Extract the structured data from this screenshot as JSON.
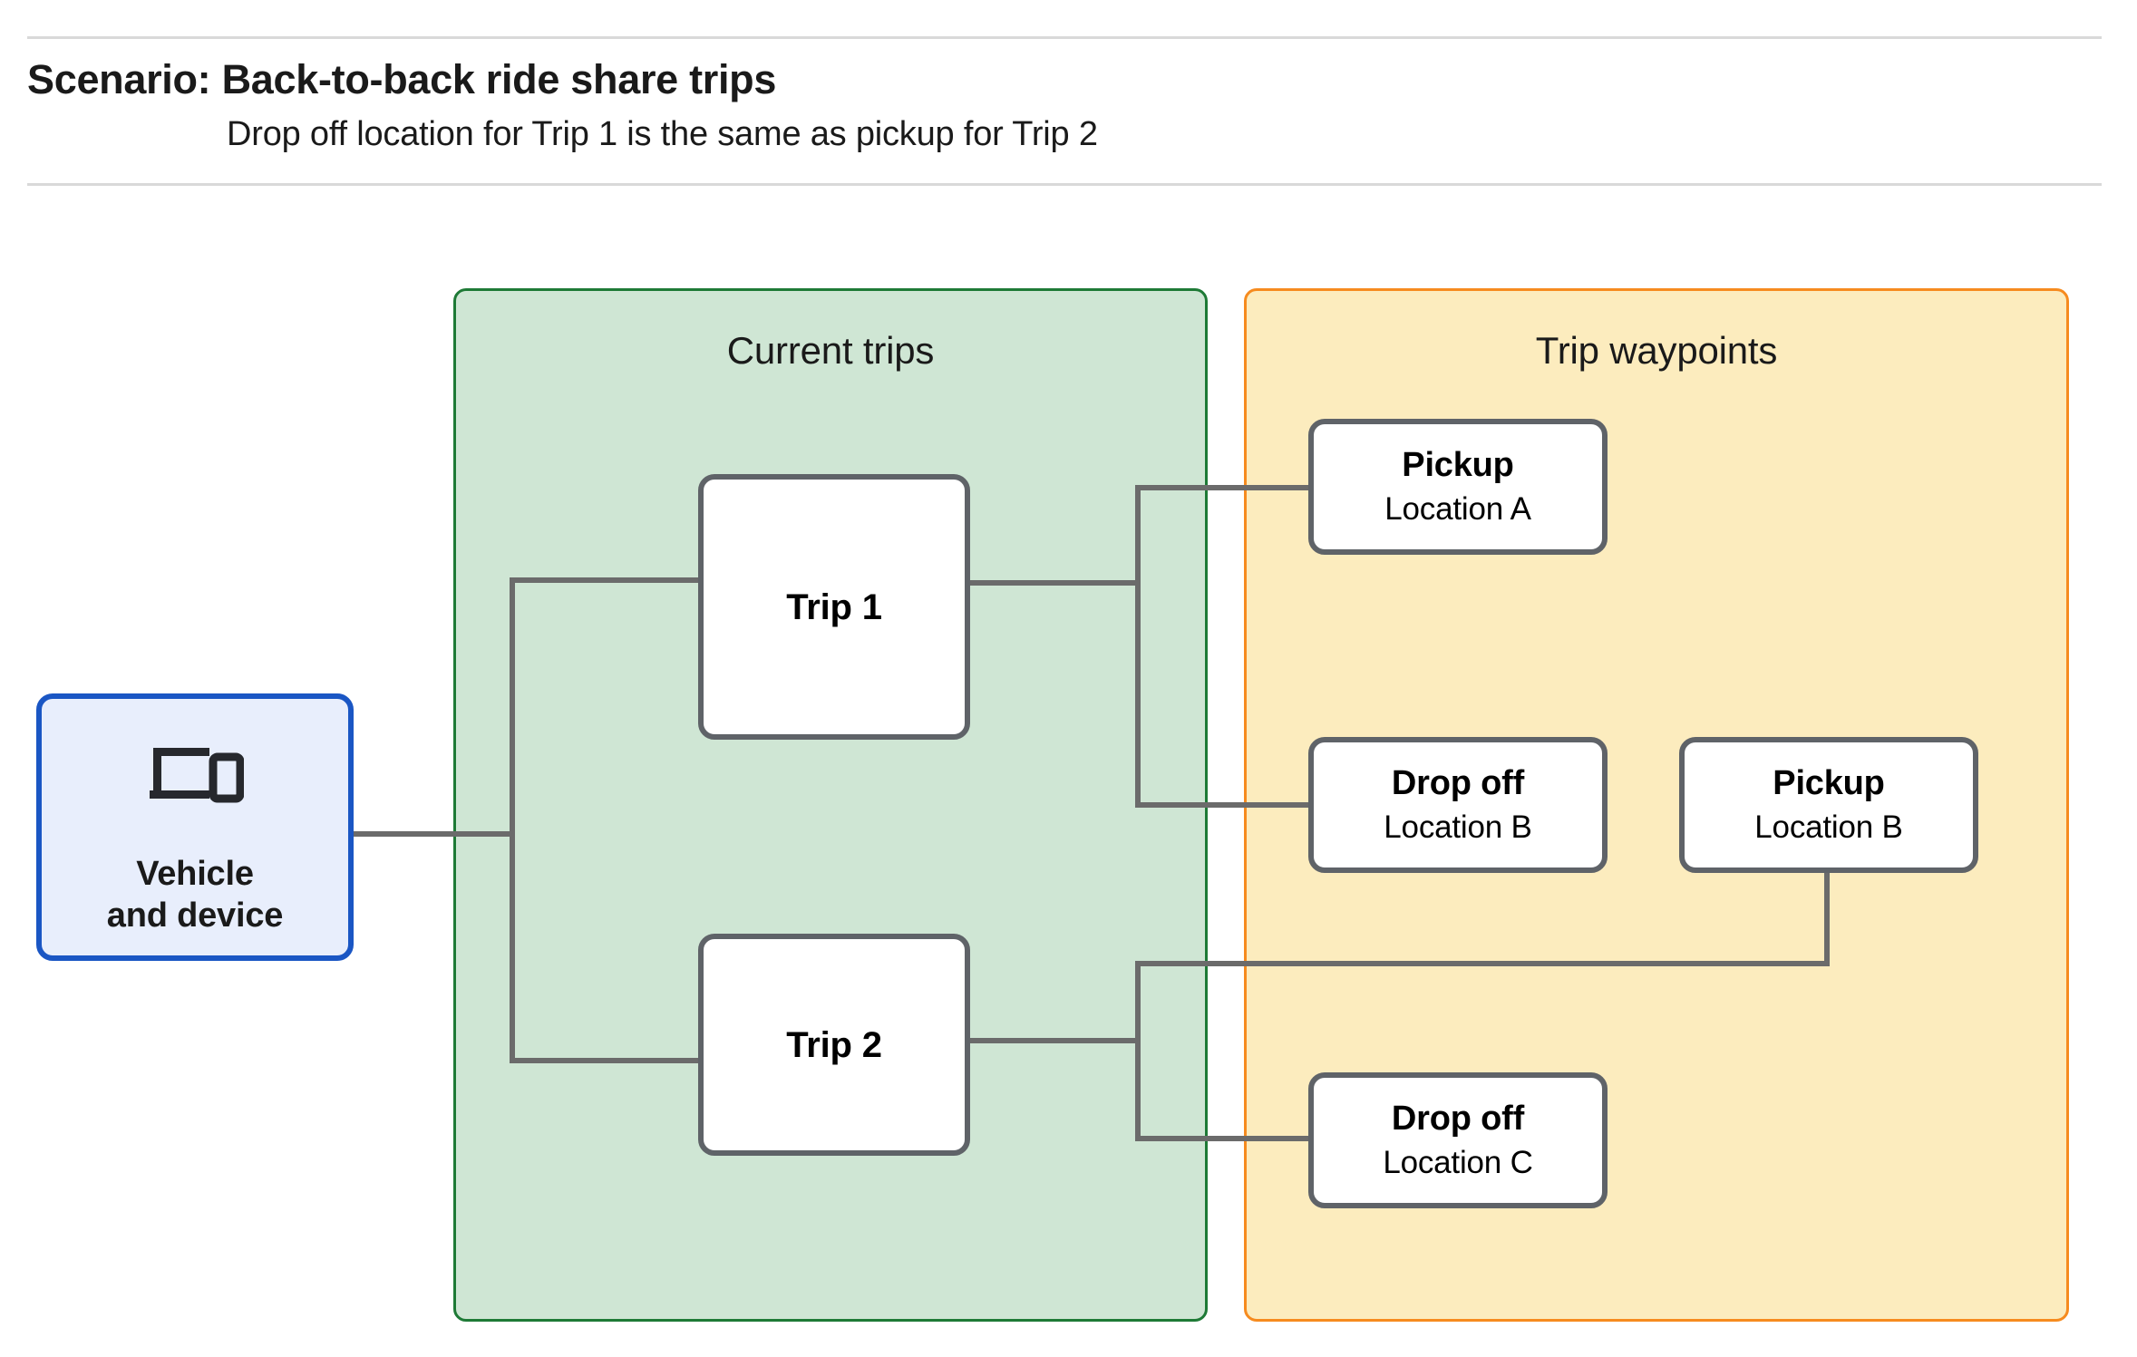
{
  "header": {
    "title": "Scenario: Back-to-back ride share trips",
    "subtitle": "Drop off  location for Trip 1 is the same as pickup for Trip 2"
  },
  "groups": {
    "current_trips": {
      "title": "Current trips",
      "fill": "#cfe6d4",
      "border": "#1e7a36"
    },
    "trip_waypoints": {
      "title": "Trip waypoints",
      "fill": "#fcecbe",
      "border": "#f68b1f"
    }
  },
  "vehicle": {
    "icon": "devices-icon",
    "line1": "Vehicle",
    "line2": "and device",
    "fill": "#e8eefc",
    "border": "#1a56c4"
  },
  "trips": [
    {
      "label": "Trip 1"
    },
    {
      "label": "Trip 2"
    }
  ],
  "waypoints": [
    {
      "id": "pickup-a",
      "type": "Pickup",
      "location": "Location A"
    },
    {
      "id": "dropoff-b",
      "type": "Drop off",
      "location": "Location B"
    },
    {
      "id": "pickup-b",
      "type": "Pickup",
      "location": "Location B"
    },
    {
      "id": "dropoff-c",
      "type": "Drop off",
      "location": "Location C"
    }
  ],
  "connector_color": "#6b6b6b",
  "rule_color": "#d9d9d9"
}
